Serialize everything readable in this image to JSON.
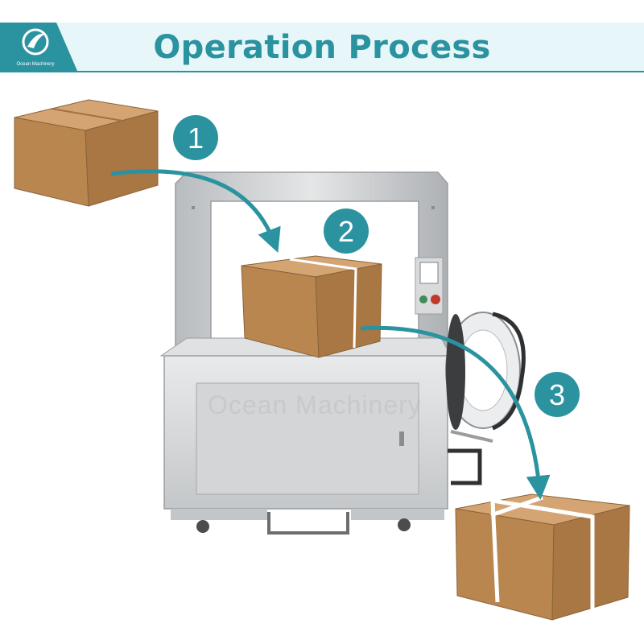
{
  "header": {
    "title": "Operation Process",
    "brand": "Ocean Machinery"
  },
  "steps": [
    {
      "number": "1"
    },
    {
      "number": "2"
    },
    {
      "number": "3"
    }
  ],
  "watermark": "Ocean Machinery",
  "colors": {
    "accent": "#2b93a0",
    "banner_bg": "#e6f6f9",
    "box": "#b98650",
    "machine": "#cfd1d3"
  }
}
